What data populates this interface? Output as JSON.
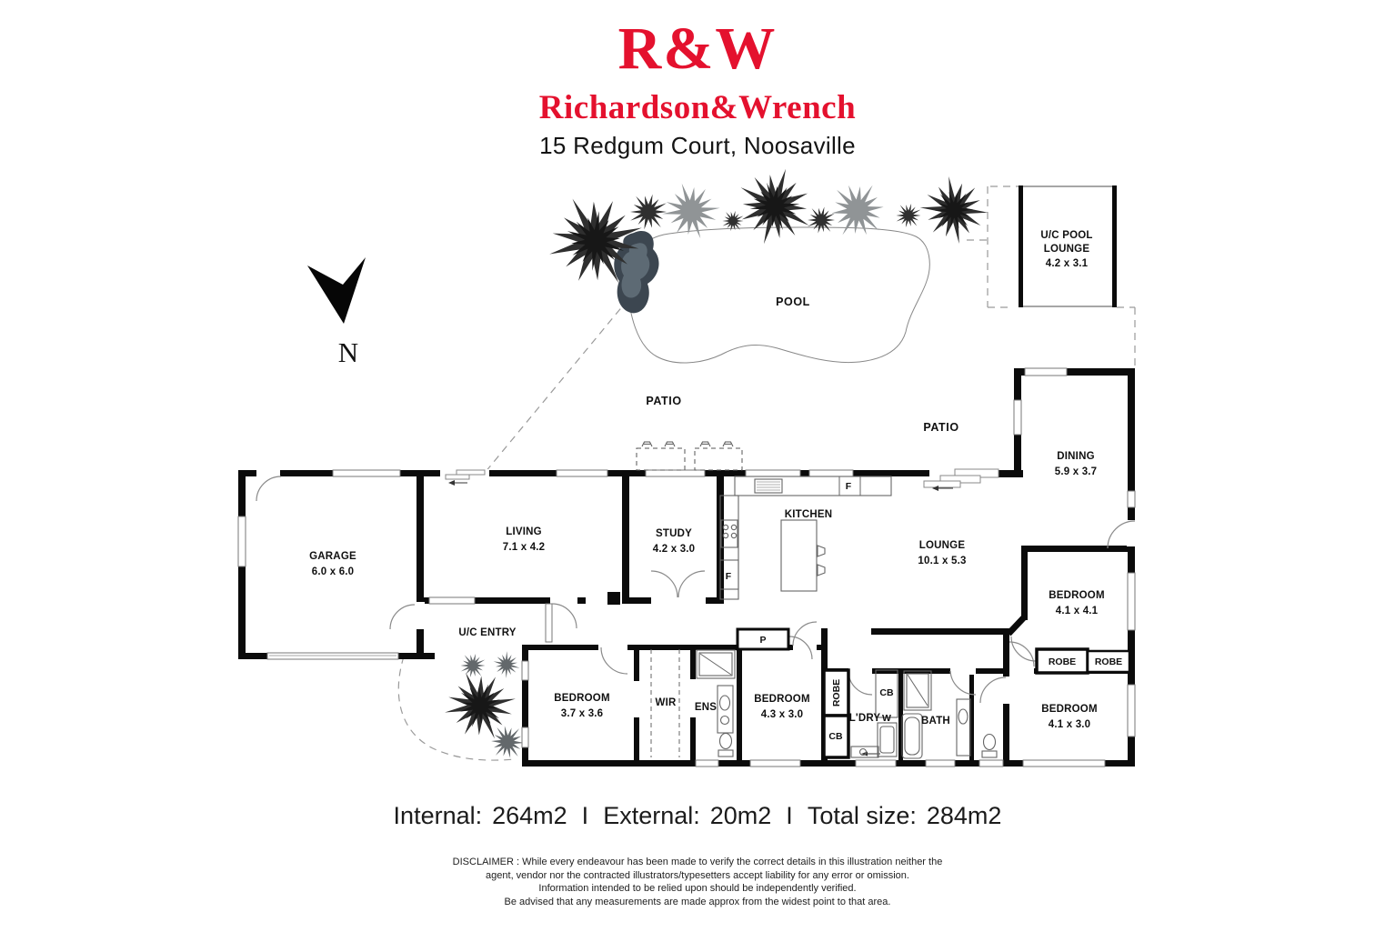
{
  "header": {
    "logo": "R&W",
    "brand": "Richardson&Wrench",
    "address": "15 Redgum Court, Noosaville"
  },
  "compass": {
    "label": "N"
  },
  "outdoor": {
    "pool_label": "POOL",
    "patio_top": "PATIO",
    "patio_side": "PATIO"
  },
  "rooms": {
    "pool_lounge": {
      "line1": "U/C POOL",
      "line2": "LOUNGE",
      "dims": "4.2 x 3.1"
    },
    "garage": {
      "name": "GARAGE",
      "dims": "6.0 x 6.0"
    },
    "living": {
      "name": "LIVING",
      "dims": "7.1 x 4.2"
    },
    "study": {
      "name": "STUDY",
      "dims": "4.2 x 3.0"
    },
    "kitchen": {
      "name": "KITCHEN"
    },
    "lounge": {
      "name": "LOUNGE",
      "dims": "10.1 x 5.3"
    },
    "dining": {
      "name": "DINING",
      "dims": "5.9 x 3.7"
    },
    "entry": {
      "name": "U/C ENTRY"
    },
    "bedroom1": {
      "name": "BEDROOM",
      "dims": "4.1 x 4.1"
    },
    "bedroom2": {
      "name": "BEDROOM",
      "dims": "4.1 x 3.0"
    },
    "bedroom3": {
      "name": "BEDROOM",
      "dims": "3.7 x 3.6"
    },
    "bedroom4": {
      "name": "BEDROOM",
      "dims": "4.3 x 3.0"
    },
    "wir": {
      "name": "WIR"
    },
    "ens": {
      "name": "ENS"
    },
    "bath": {
      "name": "BATH"
    },
    "laundry": {
      "name": "L'DRY"
    }
  },
  "fixtures": {
    "pantry": "P",
    "fridge": "F",
    "washer": "W",
    "cupboard": "CB",
    "robe": "ROBE"
  },
  "summary": {
    "internal_label": "Internal:",
    "internal_value": "264m2",
    "separator": "I",
    "external_label": "External:",
    "external_value": "20m2",
    "total_label": "Total size:",
    "total_value": "284m2"
  },
  "disclaimer": {
    "line1": "DISCLAIMER : While every endeavour has been made to verify the correct details in this illustration neither the",
    "line2": "agent, vendor nor the contracted illustrators/typesetters accept liability for any error or omission.",
    "line3": "Information intended to be relied upon should be independently verified.",
    "line4": "Be advised that any measurements are made approx from the widest point to that area."
  },
  "colors": {
    "brand_red": "#E4112E",
    "walls": "#0B0B0B",
    "tree_dark": "#2F2F2F",
    "tree_mid": "#63686B",
    "tree_light": "#909496"
  }
}
